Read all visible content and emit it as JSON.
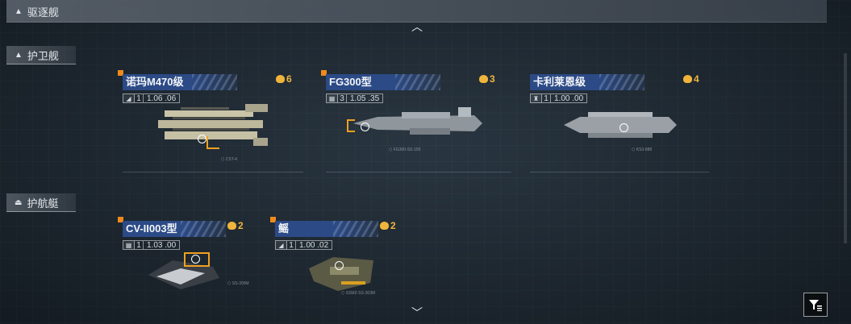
{
  "sections": {
    "destroyer": {
      "label": "驱逐舰"
    },
    "frigate": {
      "label": "护卫舰"
    },
    "corvette": {
      "label": "护航艇"
    }
  },
  "frigate_ships": [
    {
      "name": "诺玛M470级",
      "count": "6",
      "level": "1",
      "ratio": "1.06 .06",
      "icon": "hull-icon"
    },
    {
      "name": "FG300型",
      "count": "3",
      "level": "3",
      "ratio": "1.05 .35",
      "icon": "grid-icon"
    },
    {
      "name": "卡利莱恩级",
      "count": "4",
      "level": "1",
      "ratio": "1.00 .00",
      "icon": "tower-icon"
    }
  ],
  "corvette_ships": [
    {
      "name": "CV-II003型",
      "count": "2",
      "level": "1",
      "ratio": "1.03 .00",
      "icon": "grid-icon"
    },
    {
      "name": "鳐",
      "count": "2",
      "level": "1",
      "ratio": "1.00 .02",
      "icon": "hull-icon"
    }
  ],
  "colors": {
    "accent_orange": "#f08a1c",
    "name_bar": "#2b4a86",
    "count_gold": "#f0b43c"
  }
}
